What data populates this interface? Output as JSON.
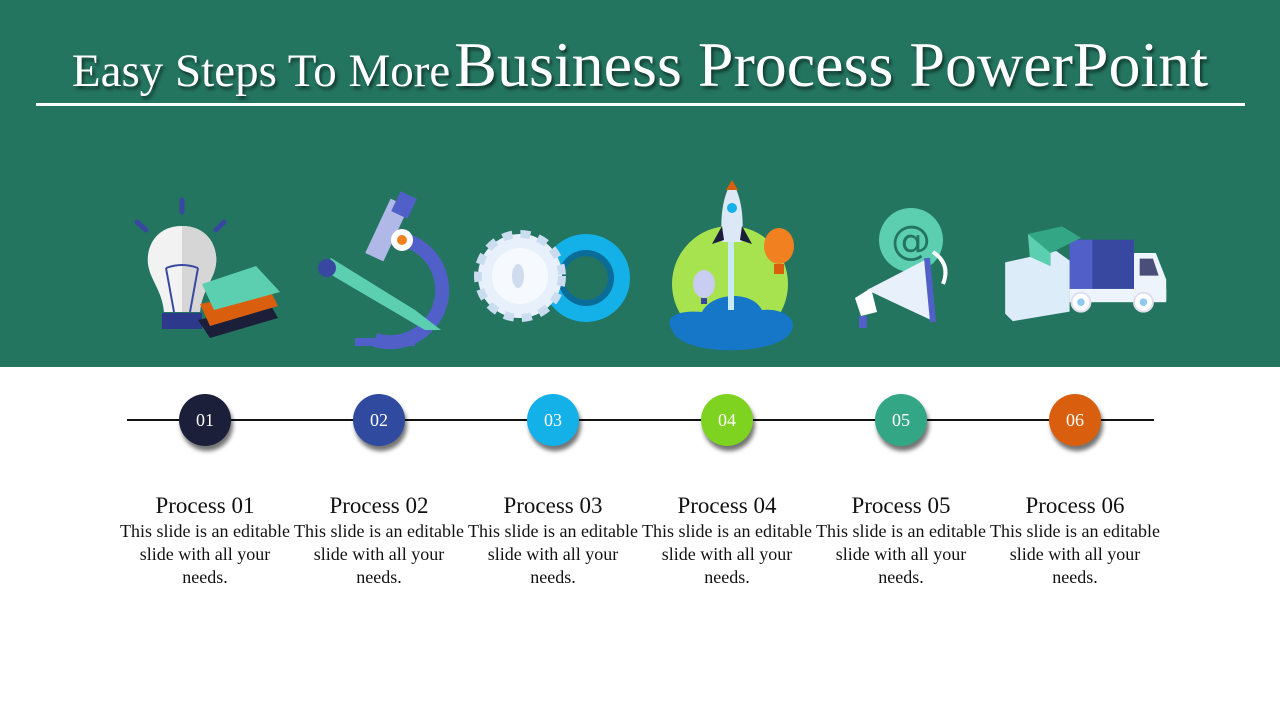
{
  "header": {
    "title_small": "Easy Steps To More",
    "title_big": "Business Process PowerPoint"
  },
  "colors": {
    "band": "#247560",
    "dots": [
      "#1b1f3a",
      "#2f4a9e",
      "#14b0e8",
      "#7ed321",
      "#33a785",
      "#d95f0e"
    ]
  },
  "steps": [
    {
      "number": "01",
      "title": "Process 01",
      "text": "This slide is an editable slide with all your needs.",
      "icon": "lightbulb-books-icon"
    },
    {
      "number": "02",
      "title": "Process 02",
      "text": "This slide is an editable slide with all your needs.",
      "icon": "microscope-pencil-icon"
    },
    {
      "number": "03",
      "title": "Process 03",
      "text": "This slide is an editable slide with all your needs.",
      "icon": "gears-icon"
    },
    {
      "number": "04",
      "title": "Process 04",
      "text": "This slide is an editable slide with all your needs.",
      "icon": "rocket-launch-icon"
    },
    {
      "number": "05",
      "title": "Process 05",
      "text": "This slide is an editable slide with all your needs.",
      "icon": "megaphone-email-icon"
    },
    {
      "number": "06",
      "title": "Process 06",
      "text": "This slide is an editable slide with all your needs.",
      "icon": "delivery-truck-icon"
    }
  ]
}
